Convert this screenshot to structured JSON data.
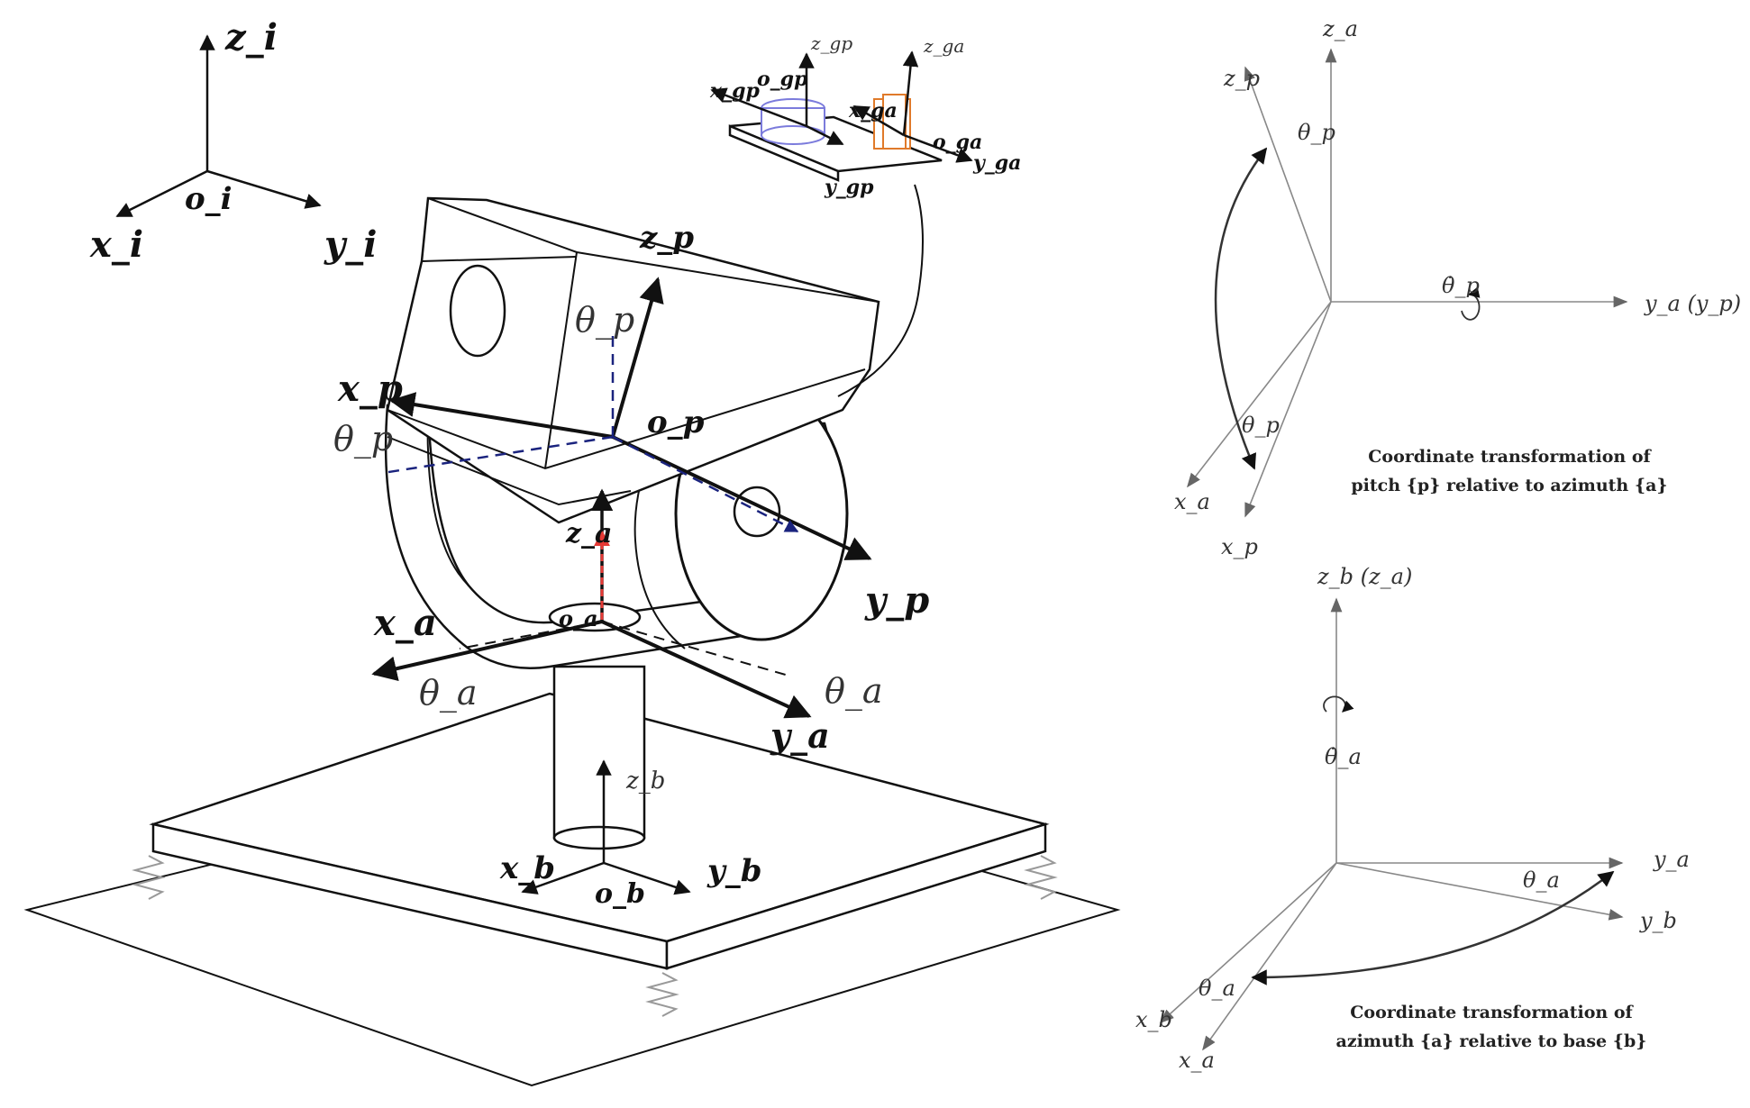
{
  "inertial_frame": {
    "z": "z_i",
    "x": "x_i",
    "y": "y_i",
    "origin": "o_i"
  },
  "pitch_frame": {
    "z": "z_p",
    "x": "x_p",
    "y": "y_p",
    "origin": "o_p",
    "angle": "θ_p"
  },
  "azimuth_frame": {
    "z": "z_a",
    "x": "x_a",
    "y": "y_a",
    "origin": "o_a",
    "angle": "θ_a"
  },
  "base_frame": {
    "z": "z_b",
    "x": "x_b",
    "y": "y_b",
    "origin": "o_b"
  },
  "gyro_frames": {
    "z_gp": "z_gp",
    "x_gp": "x_gp",
    "y_gp": "y_gp",
    "o_gp": "o_gp",
    "z_ga": "z_ga",
    "x_ga": "x_ga",
    "y_ga": "y_ga",
    "o_ga": "o_ga"
  },
  "pitch_panel": {
    "z_a": "z_a",
    "z_p": "z_p",
    "theta_p": "θ_p",
    "theta_p_dot": "θ̇_p",
    "y_axis": "y_a (y_p)",
    "x_a": "x_a",
    "x_p": "x_p",
    "caption_line1": "Coordinate transformation of",
    "caption_line2": "pitch {p} relative to azimuth {a}"
  },
  "azimuth_panel": {
    "z_axis": "z_b (z_a)",
    "theta_a_dot": "θ̇_a",
    "y_a": "y_a",
    "y_b": "y_b",
    "theta_a": "θ_a",
    "x_b": "x_b",
    "x_a": "x_a",
    "caption_line1": "Coordinate transformation of",
    "caption_line2": "azimuth {a} relative to base {b}"
  },
  "colors": {
    "pitch_axis_dashed": "#1a237e",
    "z_a_arrow": "#e53935",
    "gyro_p": "#7b7bdc",
    "gyro_a": "#e07a2a"
  }
}
